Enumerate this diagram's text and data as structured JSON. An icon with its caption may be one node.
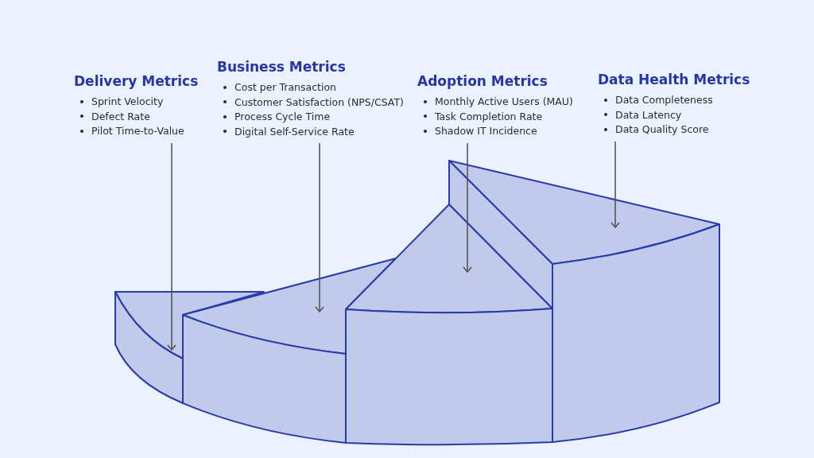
{
  "diagram": {
    "nodes": [
      {
        "text": [
          "Delivery Metrics",
          "Sprint Velocity",
          "Defect Rate",
          "Pilot Time-to-Value"
        ]
      },
      {
        "text": [
          "Business Metrics",
          "Cost per Transaction",
          "Customer Satisfaction (NPS/CSAT)",
          "Process Cycle Time",
          "Digital Self-Service Rate"
        ]
      },
      {
        "text": [
          "Adoption Metrics",
          "Monthly Active Users (MAU)",
          "Task Completion Rate",
          "Shadow IT Incidence"
        ]
      },
      {
        "text": [
          "Data Health Metrics",
          "Data Completeness",
          "Data Latency",
          "Data Quality Score"
        ]
      },
      {
        "text": [],
        "shape": "wedge"
      },
      {
        "text": [],
        "shape": "wedge"
      },
      {
        "text": [],
        "shape": "wedge"
      },
      {
        "text": [],
        "shape": "wedge"
      }
    ],
    "edges": [
      {
        "from": 0,
        "to": 4,
        "arrow": "to"
      },
      {
        "from": 1,
        "to": 5,
        "arrow": "to"
      },
      {
        "from": 2,
        "to": 6,
        "arrow": "to"
      },
      {
        "from": 3,
        "to": 7,
        "arrow": "to"
      }
    ]
  }
}
